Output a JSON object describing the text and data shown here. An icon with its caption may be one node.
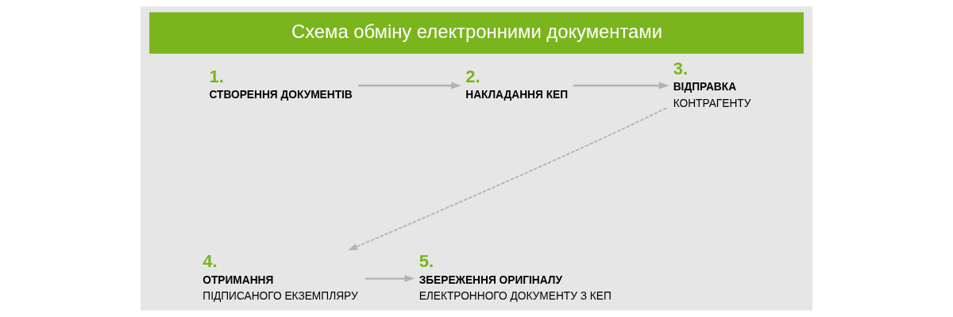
{
  "diagram": {
    "title": "Схема обміну електронними документами",
    "nodes": [
      {
        "text": [
          "1.",
          "СТВОРЕННЯ ДОКУМЕНТІВ"
        ]
      },
      {
        "text": [
          "2.",
          "НАКЛАДАННЯ КЕП"
        ]
      },
      {
        "text": [
          "3.",
          "ВІДПРАВКА",
          "КОНТРАГЕНТУ"
        ]
      },
      {
        "text": [
          "4.",
          "ОТРИМАННЯ",
          "ПІДПИСАНОГО ЕКЗЕМПЛЯРУ"
        ]
      },
      {
        "text": [
          "5.",
          "ЗБЕРЕЖЕННЯ ОРИГІНАЛУ",
          "ЕЛЕКТРОННОГО ДОКУМЕНТУ З КЕП"
        ]
      }
    ],
    "edges": [
      {
        "from": 0,
        "to": 1,
        "arrow": "to"
      },
      {
        "from": 1,
        "to": 2,
        "arrow": "to"
      },
      {
        "from": 2,
        "to": 3,
        "arrow": "to",
        "style": "dashed"
      },
      {
        "from": 3,
        "to": 4,
        "arrow": "to"
      }
    ]
  }
}
